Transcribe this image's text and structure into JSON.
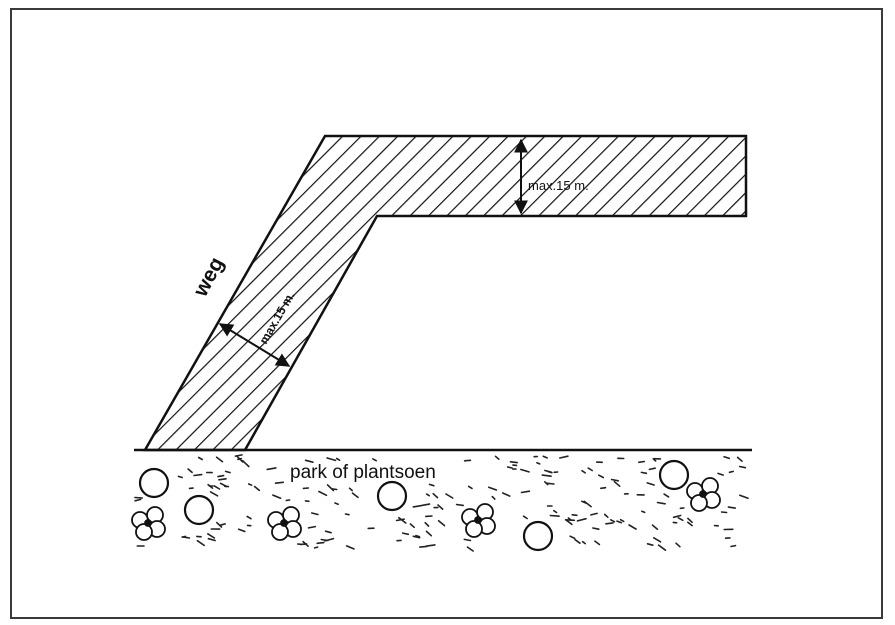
{
  "labels": {
    "road": "weg",
    "dimension_vertical": "max.15 m.",
    "dimension_diagonal": "max.15 m.",
    "park": "park of plantsoen"
  },
  "colors": {
    "ink": "#111111",
    "paper": "#ffffff",
    "frame": "#3a3a3a"
  },
  "icons": [
    "circle-shrub",
    "flower-cluster"
  ]
}
